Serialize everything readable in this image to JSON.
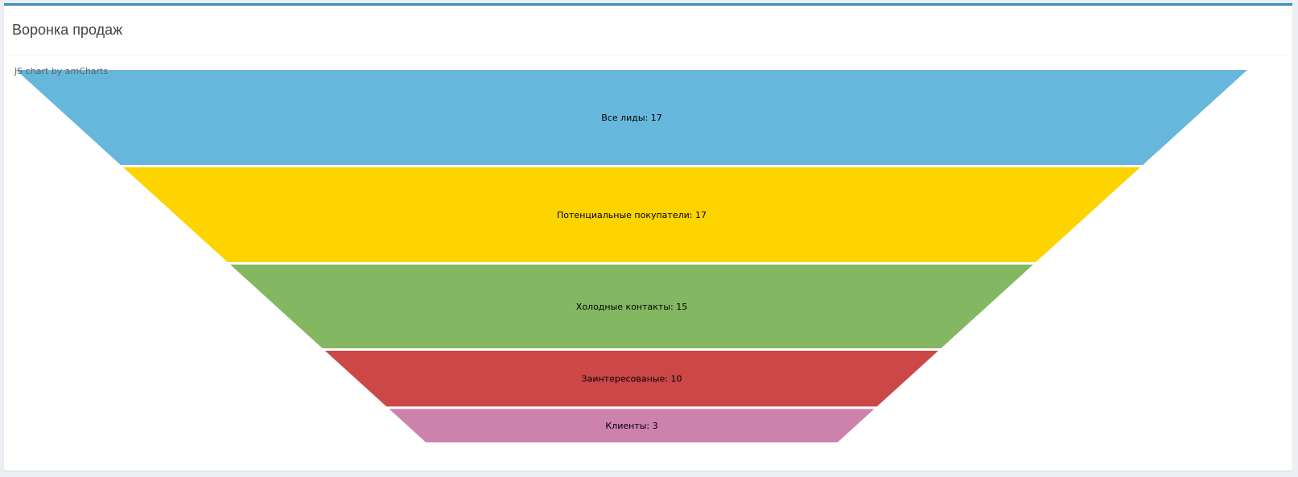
{
  "panel": {
    "title": "Воронка продаж",
    "credits": "JS chart by amCharts"
  },
  "colors": {
    "accent": "#3c8dbc",
    "background": "#ecf0f5"
  },
  "chart_data": {
    "type": "funnel",
    "title": "",
    "stages": [
      {
        "label": "Все лиды",
        "value": 17,
        "display": "Все лиды: 17",
        "color": "#67b7dc"
      },
      {
        "label": "Потенциальные покупатели",
        "value": 17,
        "display": "Потенциальные покупатели: 17",
        "color": "#fdd400"
      },
      {
        "label": "Холодные контакты",
        "value": 15,
        "display": "Холодные контакты: 15",
        "color": "#84b761"
      },
      {
        "label": "Заинтересованые",
        "value": 10,
        "display": "Заинтересованые: 10",
        "color": "#cc4748"
      },
      {
        "label": "Клиенты",
        "value": 3,
        "display": "Клиенты: 3",
        "color": "#cd82ad"
      }
    ]
  }
}
